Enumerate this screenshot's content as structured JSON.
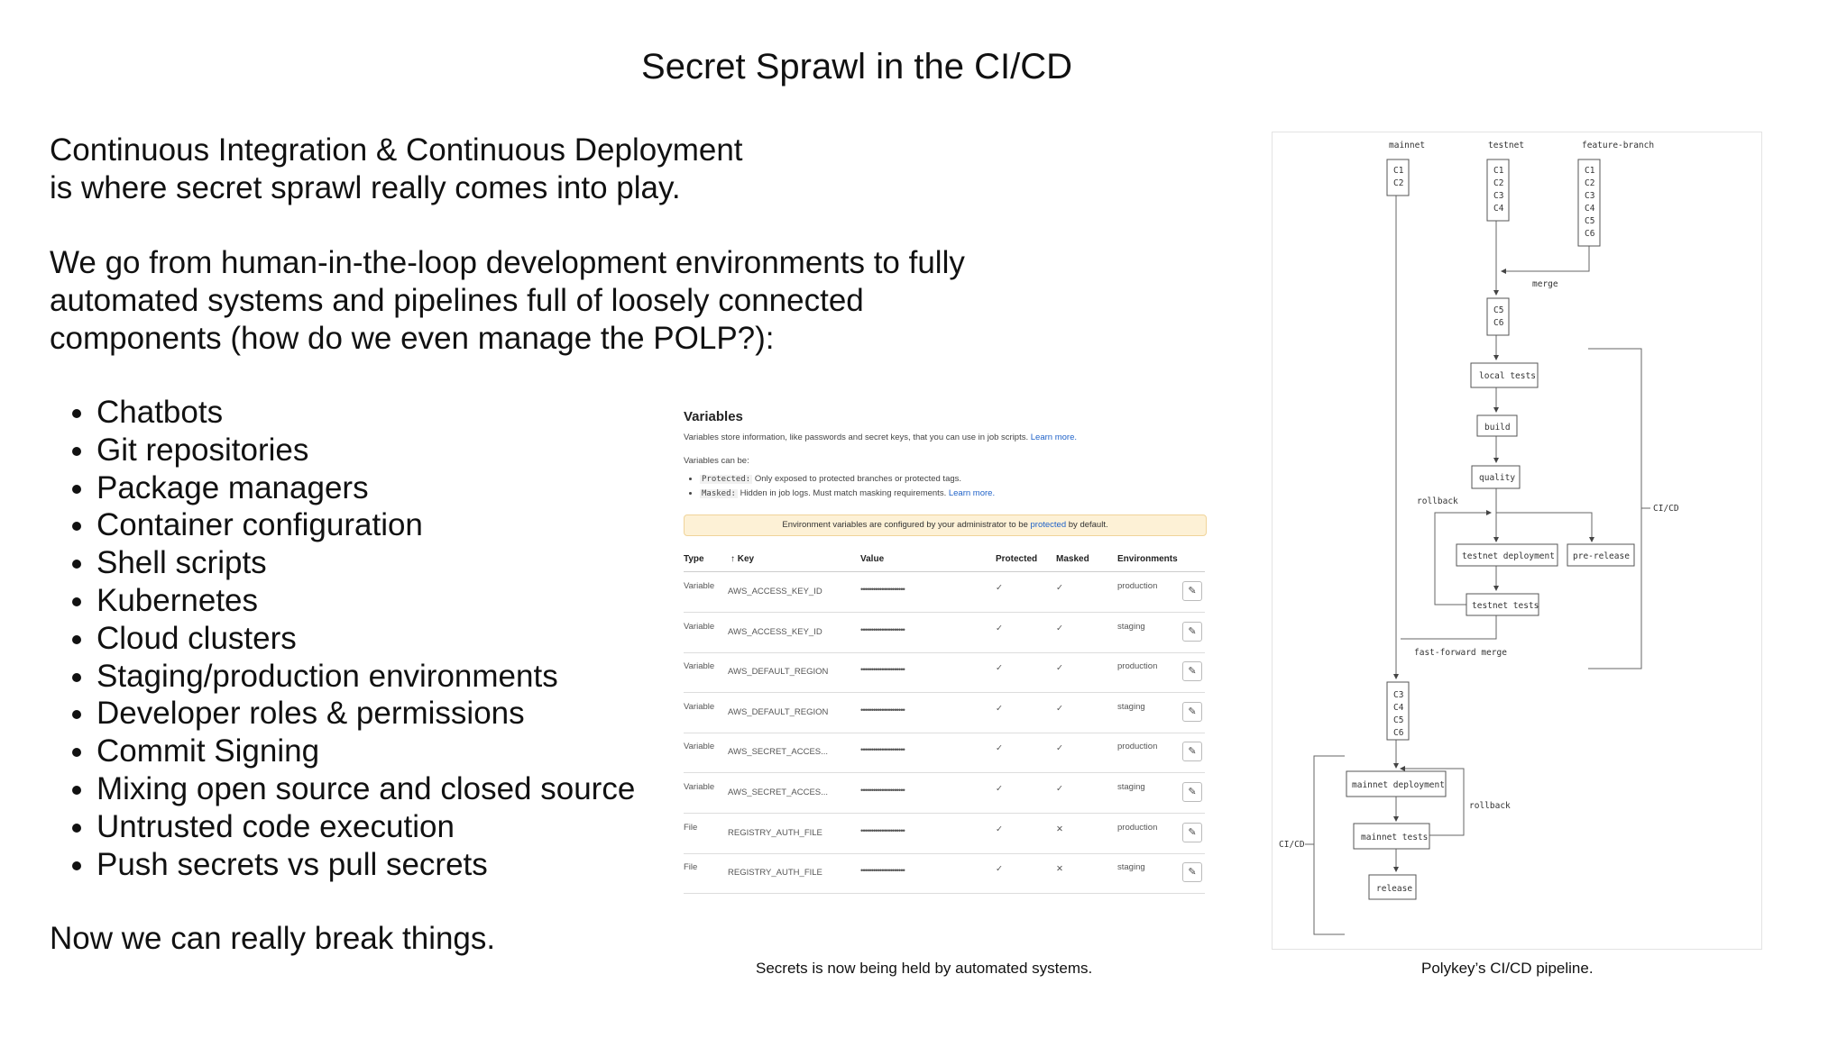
{
  "slide": {
    "title": "Secret Sprawl in the CI/CD",
    "intro_line1": "Continuous Integration & Continuous Deployment",
    "intro_line2": "is where secret sprawl really comes into play.",
    "para2": "We go from human-in-the-loop development environments to fully automated systems and pipelines full of loosely connected components (how do we even manage the POLP?):",
    "bullets": [
      "Chatbots",
      "Git repositories",
      "Package managers",
      "Container configuration",
      "Shell scripts",
      "Kubernetes",
      "Cloud clusters",
      "Staging/production environments",
      "Developer roles & permissions",
      "Commit Signing",
      "Mixing open source and closed source",
      "Untrusted code execution",
      "Push secrets vs pull secrets"
    ],
    "outro": "Now we can really break things.",
    "caption_left": "Secrets is now being held by automated systems.",
    "caption_right": "Polykey’s CI/CD pipeline."
  },
  "variables": {
    "title": "Variables",
    "desc": "Variables store information, like passwords and secret keys, that you can use in job scripts.",
    "learn_more": "Learn more.",
    "can_be": "Variables can be:",
    "protected_code": "Protected:",
    "protected_text": "Only exposed to protected branches or protected tags.",
    "masked_code": "Masked:",
    "masked_text": "Hidden in job logs. Must match masking requirements.",
    "banner_pre": "Environment variables are configured by your administrator to be",
    "banner_link": "protected",
    "banner_post": "by default.",
    "headers": {
      "type": "Type",
      "key": "↑ Key",
      "value": "Value",
      "protected": "Protected",
      "masked": "Masked",
      "environments": "Environments"
    },
    "rows": [
      {
        "type": "Variable",
        "key": "AWS_ACCESS_KEY_ID",
        "value": "•••••••••••••••••••••",
        "protected": "✓",
        "masked": "✓",
        "env": "production"
      },
      {
        "type": "Variable",
        "key": "AWS_ACCESS_KEY_ID",
        "value": "•••••••••••••••••••••",
        "protected": "✓",
        "masked": "✓",
        "env": "staging"
      },
      {
        "type": "Variable",
        "key": "AWS_DEFAULT_REGION",
        "value": "•••••••••••••••••••••",
        "protected": "✓",
        "masked": "✓",
        "env": "production"
      },
      {
        "type": "Variable",
        "key": "AWS_DEFAULT_REGION",
        "value": "•••••••••••••••••••••",
        "protected": "✓",
        "masked": "✓",
        "env": "staging"
      },
      {
        "type": "Variable",
        "key": "AWS_SECRET_ACCES...",
        "value": "•••••••••••••••••••••",
        "protected": "✓",
        "masked": "✓",
        "env": "production"
      },
      {
        "type": "Variable",
        "key": "AWS_SECRET_ACCES...",
        "value": "•••••••••••••••••••••",
        "protected": "✓",
        "masked": "✓",
        "env": "staging"
      },
      {
        "type": "File",
        "key": "REGISTRY_AUTH_FILE",
        "value": "•••••••••••••••••••••",
        "protected": "✓",
        "masked": "✕",
        "env": "production"
      },
      {
        "type": "File",
        "key": "REGISTRY_AUTH_FILE",
        "value": "•••••••••••••••••••••",
        "protected": "✓",
        "masked": "✕",
        "env": "staging"
      }
    ],
    "icons": {
      "copy": "copy-icon",
      "edit": "pencil-icon"
    }
  },
  "pipeline": {
    "branches": [
      "mainnet",
      "testnet",
      "feature-branch"
    ],
    "mainnet_commits": [
      "C1",
      "C2"
    ],
    "testnet_commits": [
      "C1",
      "C2",
      "C3",
      "C4"
    ],
    "feature_commits": [
      "C1",
      "C2",
      "C3",
      "C4",
      "C5",
      "C6"
    ],
    "merge_label": "merge",
    "merged_commits": [
      "C5",
      "C6"
    ],
    "stages": [
      "local tests",
      "build",
      "quality",
      "testnet deployment",
      "pre-release",
      "testnet tests"
    ],
    "rollback_label": "rollback",
    "cicd_label": "CI/CD",
    "ffmerge_label": "fast-forward merge",
    "mainnet_after": [
      "C3",
      "C4",
      "C5",
      "C6"
    ],
    "mainnet_stages": [
      "mainnet deployment",
      "mainnet tests",
      "release"
    ]
  }
}
